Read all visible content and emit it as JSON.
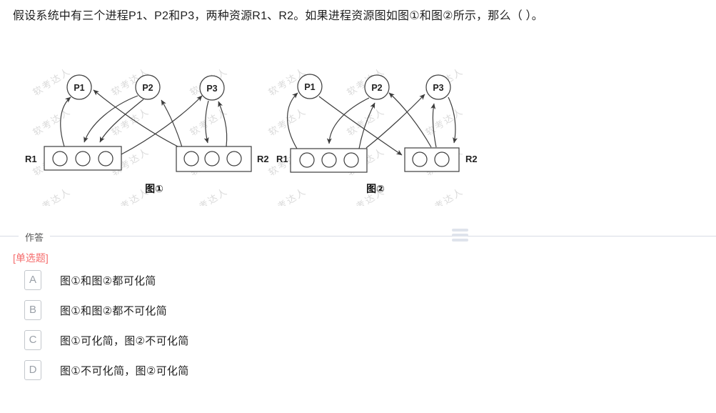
{
  "question": {
    "text": "假设系统中有三个进程P1、P2和P3，两种资源R1、R2。如果进程资源图如图①和图②所示，那么（ ）。"
  },
  "watermark": {
    "text": "软考达人"
  },
  "diagrams": [
    {
      "caption": "图①",
      "processes": [
        "P1",
        "P2",
        "P3"
      ],
      "resources": [
        {
          "label": "R1",
          "units": 3
        },
        {
          "label": "R2",
          "units": 3
        }
      ],
      "edges": [
        {
          "from": "R1",
          "to": "P1",
          "type": "allocation"
        },
        {
          "from": "R1",
          "to": "P3",
          "type": "allocation"
        },
        {
          "from": "R2",
          "to": "P1",
          "type": "allocation"
        },
        {
          "from": "R2",
          "to": "P2",
          "type": "allocation"
        },
        {
          "from": "R2",
          "to": "P3",
          "type": "allocation"
        },
        {
          "from": "P2",
          "to": "R1",
          "type": "request"
        },
        {
          "from": "P2",
          "to": "R1",
          "type": "request"
        },
        {
          "from": "P3",
          "to": "R2",
          "type": "request"
        }
      ]
    },
    {
      "caption": "图②",
      "processes": [
        "P1",
        "P2",
        "P3"
      ],
      "resources": [
        {
          "label": "R1",
          "units": 3
        },
        {
          "label": "R2",
          "units": 2
        }
      ],
      "edges": [
        {
          "from": "R1",
          "to": "P1",
          "type": "allocation"
        },
        {
          "from": "R1",
          "to": "P2",
          "type": "allocation"
        },
        {
          "from": "R1",
          "to": "P3",
          "type": "allocation"
        },
        {
          "from": "R2",
          "to": "P2",
          "type": "allocation"
        },
        {
          "from": "R2",
          "to": "P3",
          "type": "allocation"
        },
        {
          "from": "P1",
          "to": "R2",
          "type": "request"
        },
        {
          "from": "P2",
          "to": "R1",
          "type": "request"
        },
        {
          "from": "P3",
          "to": "R2",
          "type": "request"
        }
      ]
    }
  ],
  "answer_section": {
    "header": "作答",
    "question_type": "[单选题]",
    "options": [
      {
        "key": "A",
        "text": "图①和图②都可化简"
      },
      {
        "key": "B",
        "text": "图①和图②都不可化简"
      },
      {
        "key": "C",
        "text": "图①可化简，图②不可化简"
      },
      {
        "key": "D",
        "text": "图①不可化简，图②可化简"
      }
    ]
  },
  "colors": {
    "question_type_red": "#f56c6c",
    "divider": "#d8dce5",
    "handle_gray": "#dfe3ec",
    "diagram_stroke": "#3c3c3c",
    "watermark_gray": "#bdbdbd"
  }
}
